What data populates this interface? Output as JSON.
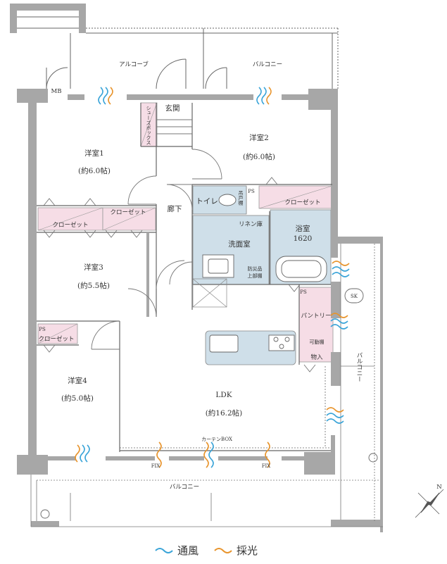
{
  "rooms": {
    "western1": {
      "name": "洋室1",
      "size": "(約6.0帖)"
    },
    "western2": {
      "name": "洋室2",
      "size": "(約6.0帖)"
    },
    "western3": {
      "name": "洋室3",
      "size": "(約5.5帖)"
    },
    "western4": {
      "name": "洋室4",
      "size": "(約5.0帖)"
    },
    "ldk": {
      "name": "LDK",
      "size": "(約16.2帖)"
    },
    "bath": {
      "name": "浴室",
      "size": "1620"
    },
    "washroom": "洗面室",
    "toilet": "トイレ",
    "entrance": "玄関",
    "hallway": "廊下",
    "alcove": "アルコーブ"
  },
  "storage": {
    "closet": "クローゼット",
    "shoebox": "シューズボックス",
    "linen": "リネン庫",
    "pantry": "パントリー",
    "storeroom": "物入",
    "movable_shelf": "可動棚",
    "hanging_cabinet": "吊戸棚",
    "security_cabinet": "防災品\n上部棚"
  },
  "labels": {
    "balcony": "バルコニー",
    "mb": "MB",
    "ps": "PS",
    "sk": "SK",
    "fix": "FIX",
    "curtain_box": "カーテンBOX"
  },
  "legend": {
    "ventilation": "通風",
    "lighting": "採光"
  },
  "colors": {
    "wall": "#a7a7a7",
    "pink": "#f6dde6",
    "blue": "#cfdfe9",
    "wind": "#3aa4d8",
    "light": "#e8942c",
    "line": "#555555"
  }
}
